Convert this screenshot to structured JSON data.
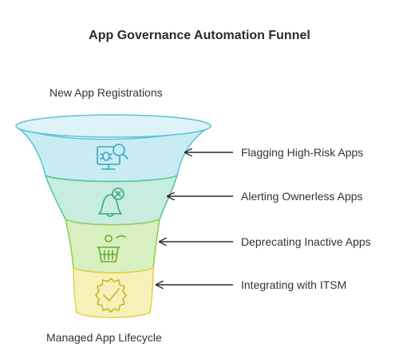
{
  "title": "App Governance Automation Funnel",
  "top_label": "New App Registrations",
  "bottom_label": "Managed App Lifecycle",
  "stages": [
    {
      "label": "Flagging High-Risk Apps",
      "icon": "bug-search-monitor-icon",
      "fill": "#c9ecf3",
      "stroke": "#5bc2d6",
      "icon_color": "#3aa6bd"
    },
    {
      "label": "Alerting Ownerless Apps",
      "icon": "bell-x-icon",
      "fill": "#c7ece0",
      "stroke": "#4fc49a",
      "icon_color": "#37a87f"
    },
    {
      "label": "Deprecating Inactive Apps",
      "icon": "basket-icon",
      "fill": "#d8efbf",
      "stroke": "#8ccc4e",
      "icon_color": "#6aab34"
    },
    {
      "label": "Integrating with ITSM",
      "icon": "gear-check-icon",
      "fill": "#f6f1b8",
      "stroke": "#e3d24a",
      "icon_color": "#c9b52b"
    }
  ],
  "colors": {
    "rim_fill": "#ddf3f8",
    "rim_stroke": "#5bc2d6",
    "arrow": "#2b2b2b"
  }
}
